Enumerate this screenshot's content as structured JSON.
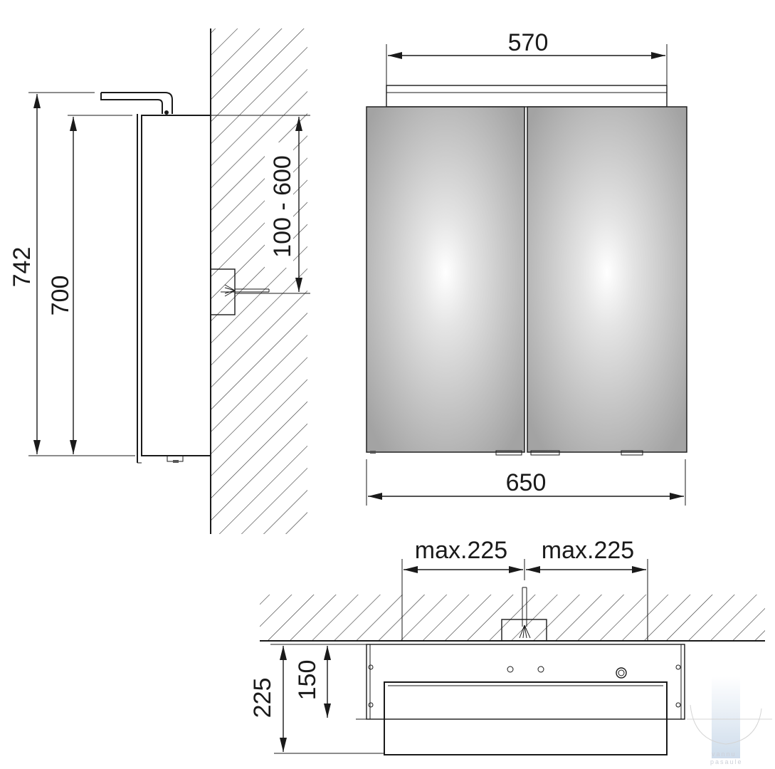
{
  "side_view": {
    "total_height": "742",
    "cabinet_height": "700",
    "socket_offset": "100 - 600"
  },
  "front_view": {
    "light_width": "570",
    "cabinet_width": "650"
  },
  "top_view": {
    "socket_left_max": "max.225",
    "socket_right_max": "max.225",
    "total_depth": "225",
    "cabinet_depth": "150"
  },
  "watermark": {
    "line1": "vannu",
    "line2": "pasaule"
  },
  "colors": {
    "line": "#1a1a1a",
    "door_light": "#ffffff",
    "door_dark": "#9a9a9a"
  }
}
